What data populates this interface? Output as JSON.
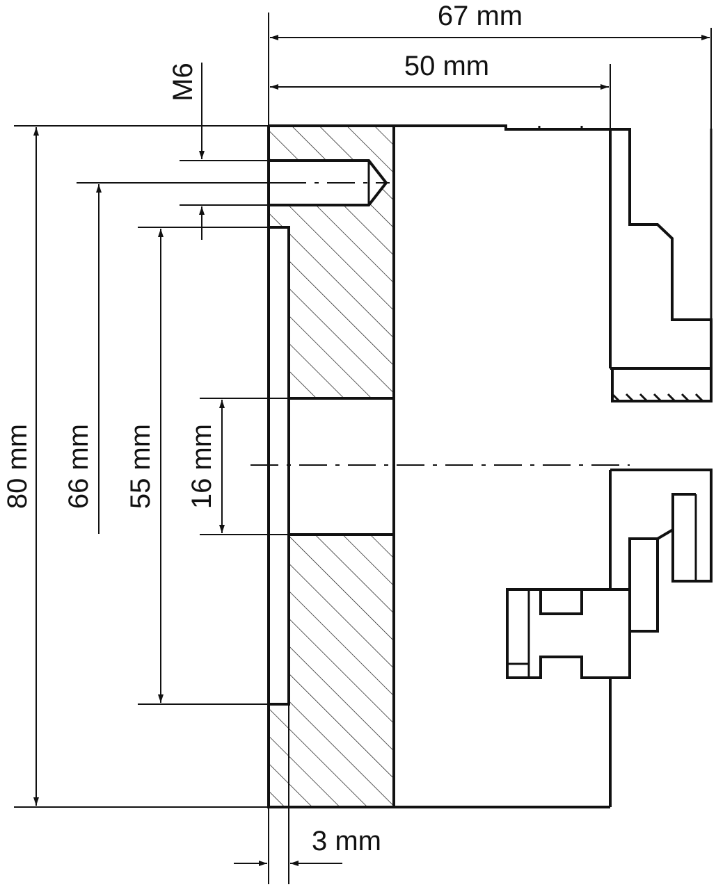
{
  "dimensions": {
    "overall_width": "67 mm",
    "body_width": "50 mm",
    "thread": "M6",
    "outer_diameter": "80 mm",
    "bolt_circle": "66 mm",
    "spigot_diameter": "55 mm",
    "bore_diameter": "16 mm",
    "spigot_depth": "3 mm"
  },
  "colors": {
    "line": "#111111",
    "background": "#ffffff"
  }
}
